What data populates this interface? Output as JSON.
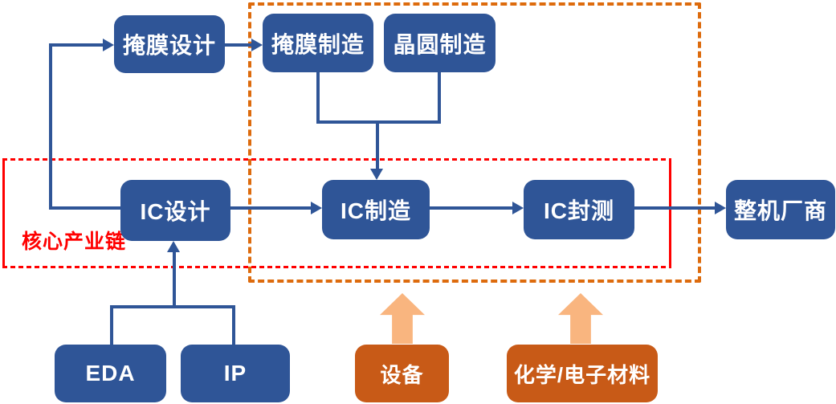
{
  "nodes": {
    "mask_design": "掩膜设计",
    "mask_mfg": "掩膜制造",
    "wafer_mfg": "晶圆制造",
    "ic_design": "IC设计",
    "ic_mfg": "IC制造",
    "ic_test": "IC封测",
    "oem": "整机厂商",
    "eda": "EDA",
    "ip": "IP",
    "equipment": "设备",
    "materials": "化学/电子材料"
  },
  "annotations": {
    "core_chain": "核心产业链"
  },
  "colors": {
    "box_blue": "#2F5597",
    "line_blue": "#2F5597",
    "box_orange": "#C85A17",
    "block_arrow_peach": "#F9B57F",
    "core_chain_red": "#FF0000",
    "ecosystem_dash_orange": "#DD6B0D"
  }
}
